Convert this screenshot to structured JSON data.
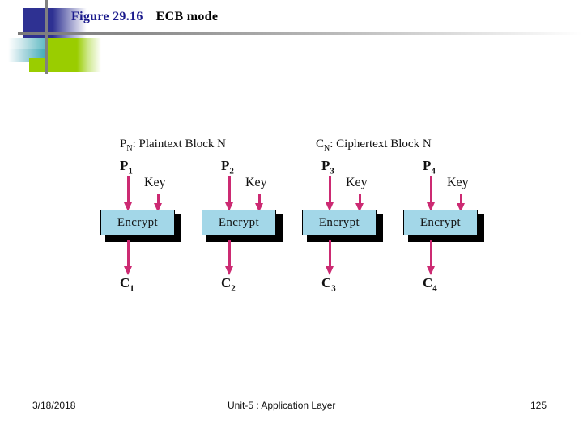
{
  "slide": {
    "title": {
      "figure_number": "Figure 29.16",
      "figure_name": "ECB mode"
    },
    "decoration": {
      "blue": "#2e3192",
      "green": "#9ACD00",
      "teal": "#3aa8b4",
      "rule": "#808080"
    }
  },
  "diagram": {
    "legends": [
      {
        "text": "P",
        "sub": "N",
        "rest": ": Plaintext Block N"
      },
      {
        "text": "C",
        "sub": "N",
        "rest": ": Ciphertext Block N"
      }
    ],
    "key_label": "Key",
    "box_label": "Encrypt",
    "colors": {
      "box_fill": "#A3D7E8",
      "box_border": "#000000",
      "box_shadow": "#000000",
      "arrow": "#CC2A72"
    },
    "columns": [
      {
        "input": "P",
        "input_sub": "1",
        "key": "Key",
        "op": "Encrypt",
        "output": "C",
        "output_sub": "1"
      },
      {
        "input": "P",
        "input_sub": "2",
        "key": "Key",
        "op": "Encrypt",
        "output": "C",
        "output_sub": "2"
      },
      {
        "input": "P",
        "input_sub": "3",
        "key": "Key",
        "op": "Encrypt",
        "output": "C",
        "output_sub": "3"
      },
      {
        "input": "P",
        "input_sub": "4",
        "key": "Key",
        "op": "Encrypt",
        "output": "C",
        "output_sub": "4"
      }
    ]
  },
  "footer": {
    "date": "3/18/2018",
    "subject": "Unit-5 : Application Layer",
    "page": "125"
  }
}
